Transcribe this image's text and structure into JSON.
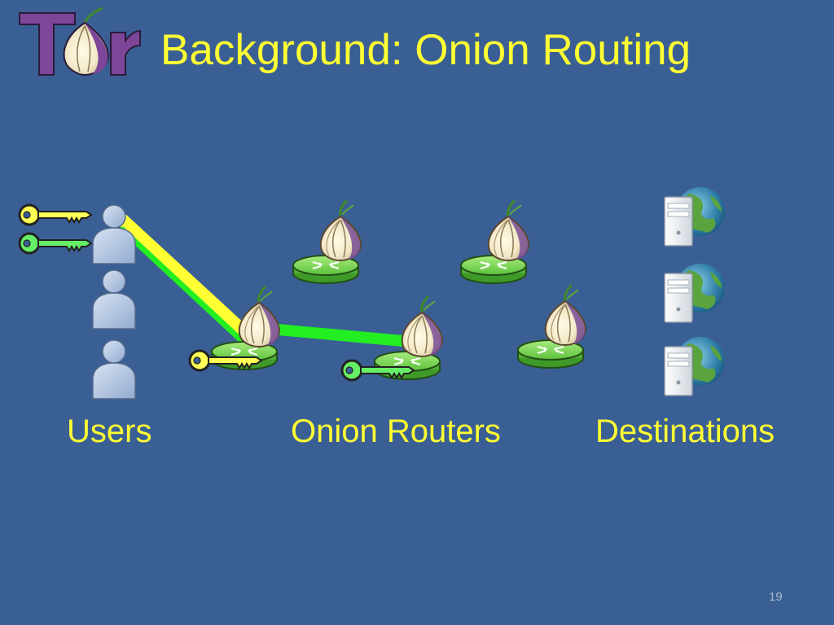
{
  "slide": {
    "logo_text": "Tor",
    "title": "Background: Onion Routing",
    "labels": {
      "users": "Users",
      "routers": "Onion Routers",
      "destinations": "Destinations"
    },
    "slide_number": "19"
  },
  "colors": {
    "background": "#3a5f94",
    "title": "#ffff33",
    "logo": "#7d4698",
    "key_yellow": "#ffff55",
    "key_green": "#66ee66",
    "path_yellow": "#ffff33",
    "path_green": "#22ee22",
    "router": "#66cc44",
    "user": "#b3c6e0"
  },
  "icons": [
    "tor-logo-icon",
    "key-icon",
    "user-icon",
    "onion-icon",
    "router-icon",
    "server-icon",
    "globe-icon"
  ]
}
